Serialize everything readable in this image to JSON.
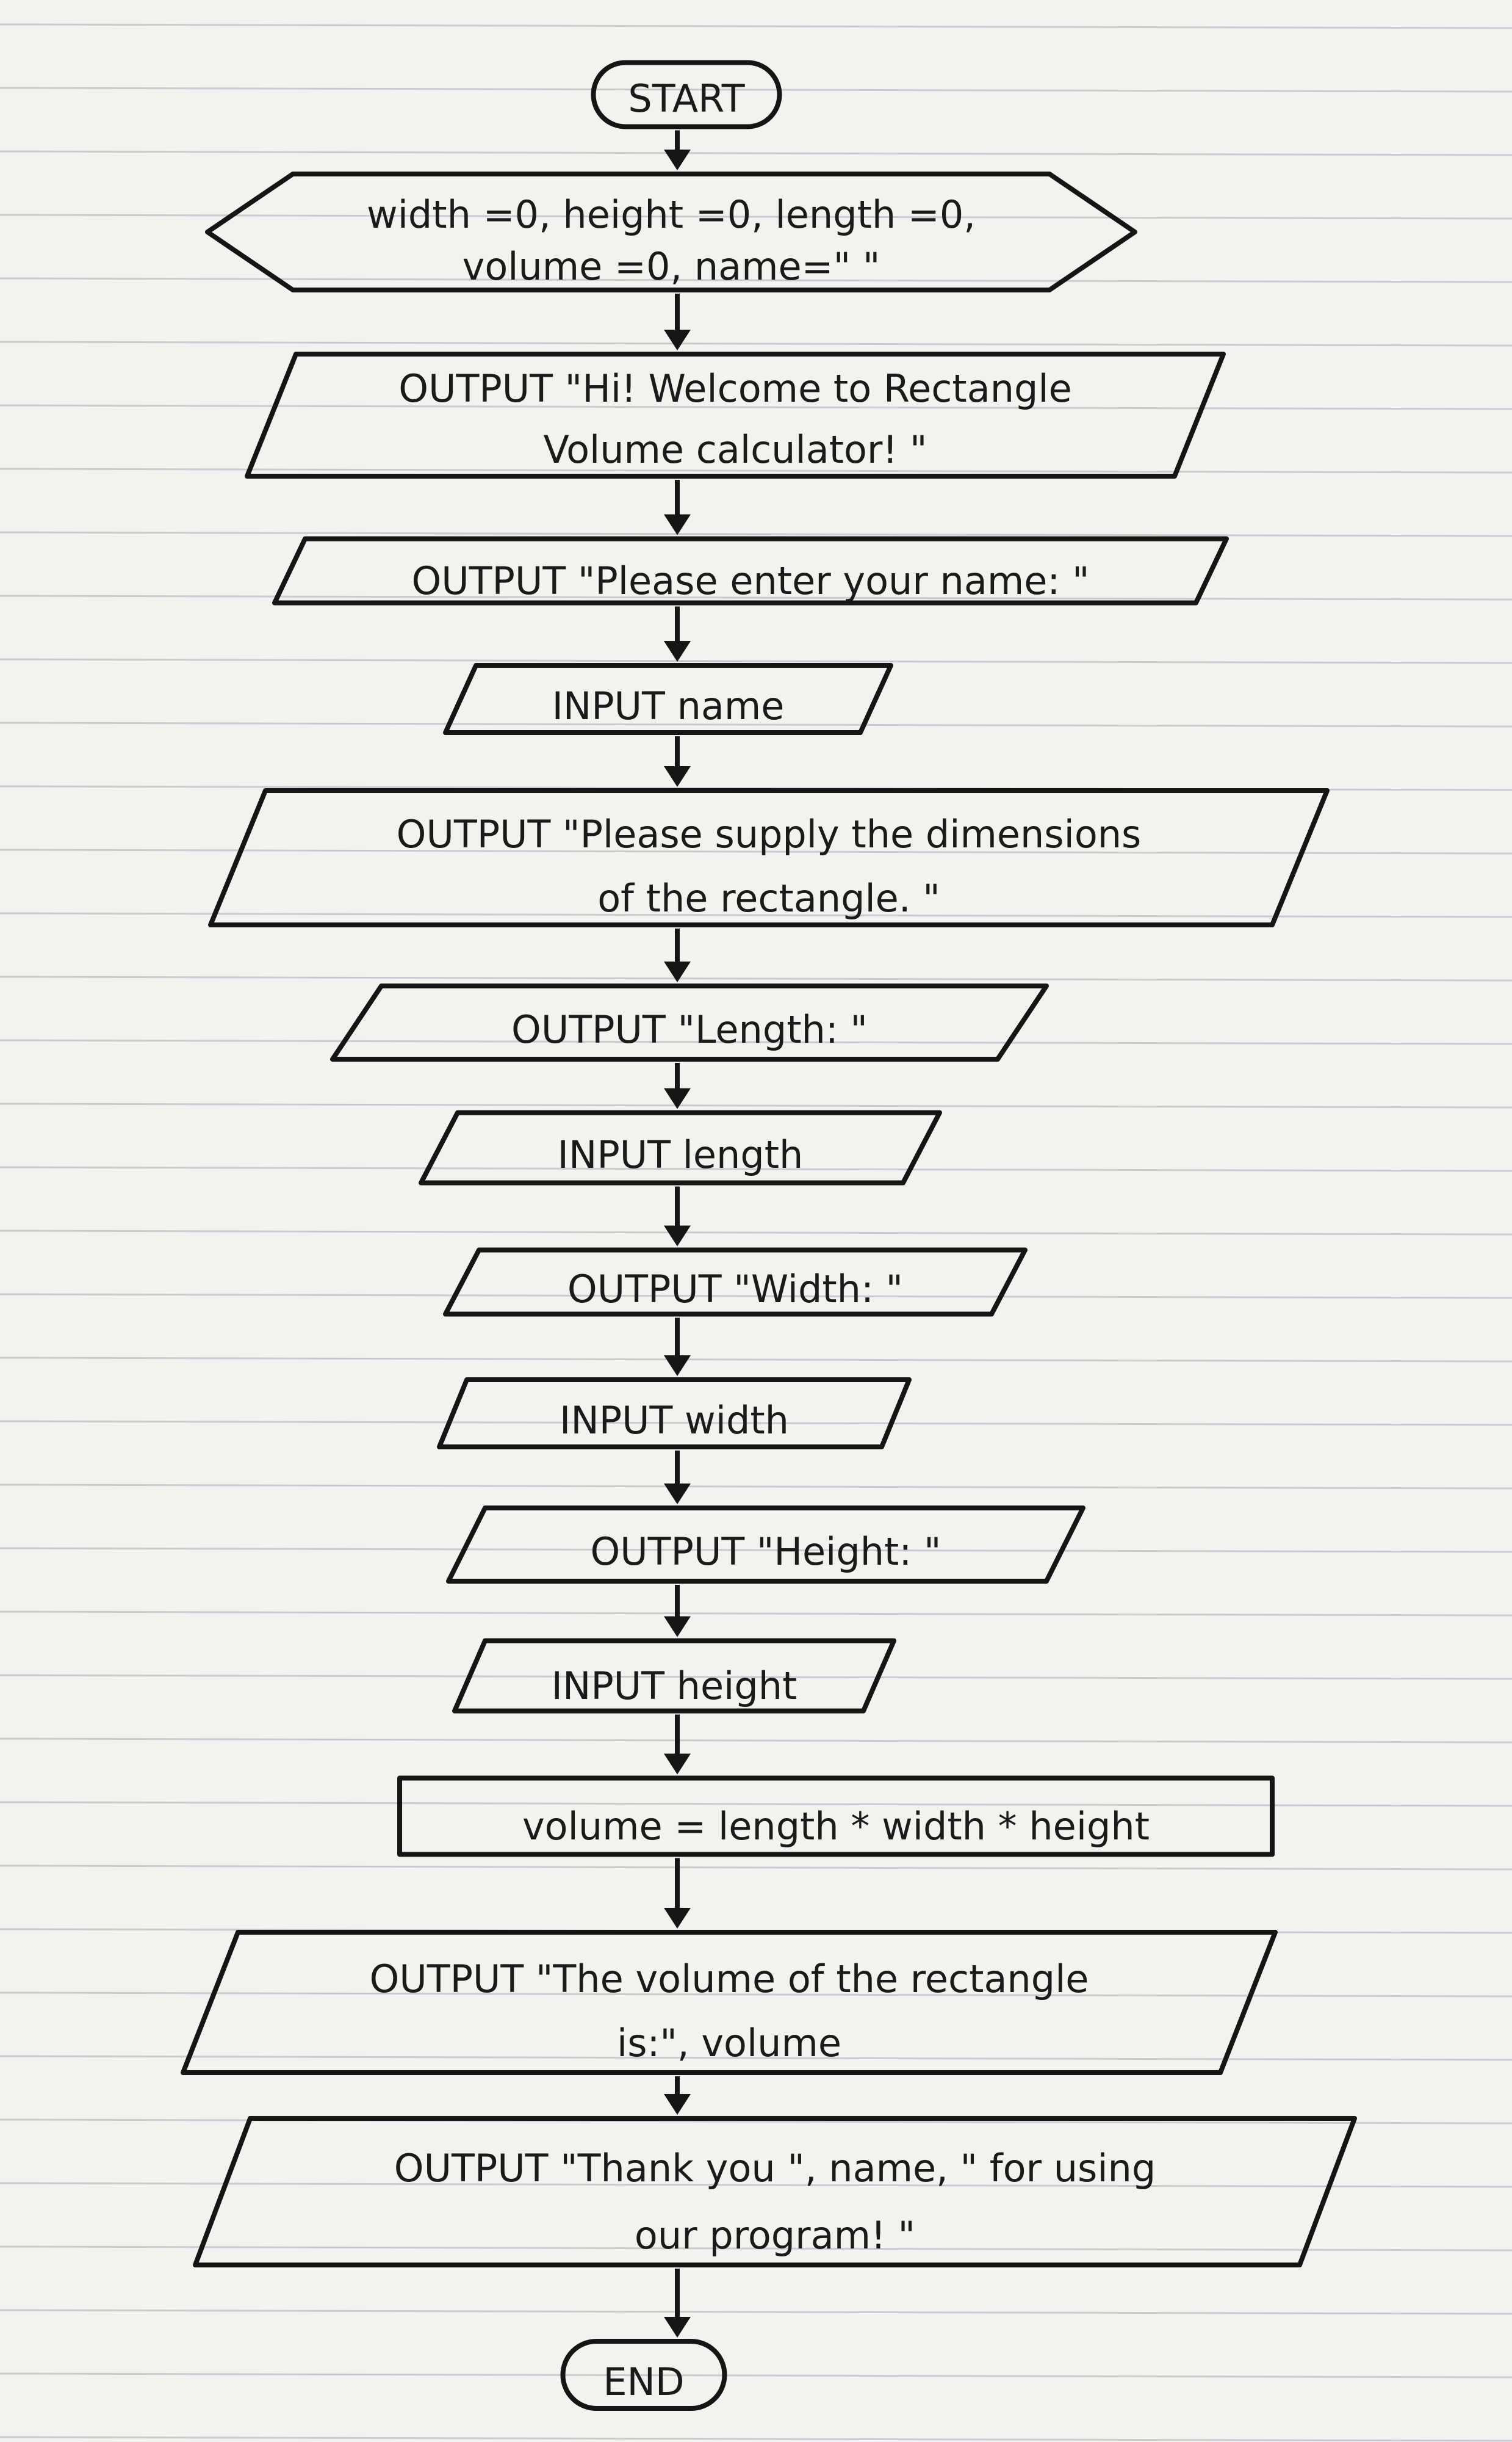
{
  "flowchart": {
    "nodes": [
      {
        "id": "start",
        "shape": "terminator",
        "lines": [
          "START"
        ]
      },
      {
        "id": "init",
        "shape": "hexagon",
        "lines": [
          "width =0, height =0, length =0,",
          "volume =0, name=\" \""
        ]
      },
      {
        "id": "welcome",
        "shape": "parallelogram",
        "lines": [
          "OUTPUT \"Hi! Welcome to Rectangle",
          "Volume calculator! \""
        ]
      },
      {
        "id": "ask-name",
        "shape": "parallelogram",
        "lines": [
          "OUTPUT \"Please enter your name: \""
        ]
      },
      {
        "id": "input-name",
        "shape": "parallelogram",
        "lines": [
          "INPUT name"
        ]
      },
      {
        "id": "ask-dimensions",
        "shape": "parallelogram",
        "lines": [
          "OUTPUT \"Please supply the dimensions",
          "of the rectangle. \""
        ]
      },
      {
        "id": "ask-length",
        "shape": "parallelogram",
        "lines": [
          "OUTPUT \"Length: \""
        ]
      },
      {
        "id": "input-length",
        "shape": "parallelogram",
        "lines": [
          "INPUT length"
        ]
      },
      {
        "id": "ask-width",
        "shape": "parallelogram",
        "lines": [
          "OUTPUT \"Width: \""
        ]
      },
      {
        "id": "input-width",
        "shape": "parallelogram",
        "lines": [
          "INPUT width"
        ]
      },
      {
        "id": "ask-height",
        "shape": "parallelogram",
        "lines": [
          "OUTPUT \"Height: \""
        ]
      },
      {
        "id": "input-height",
        "shape": "parallelogram",
        "lines": [
          "INPUT height"
        ]
      },
      {
        "id": "compute-volume",
        "shape": "process",
        "lines": [
          "volume = length * width * height"
        ]
      },
      {
        "id": "show-volume",
        "shape": "parallelogram",
        "lines": [
          "OUTPUT \"The volume of the rectangle",
          "is:\", volume"
        ]
      },
      {
        "id": "thank-you",
        "shape": "parallelogram",
        "lines": [
          "OUTPUT \"Thank you \", name, \" for using",
          "our program! \""
        ]
      },
      {
        "id": "end",
        "shape": "terminator",
        "lines": [
          "END"
        ]
      }
    ]
  }
}
